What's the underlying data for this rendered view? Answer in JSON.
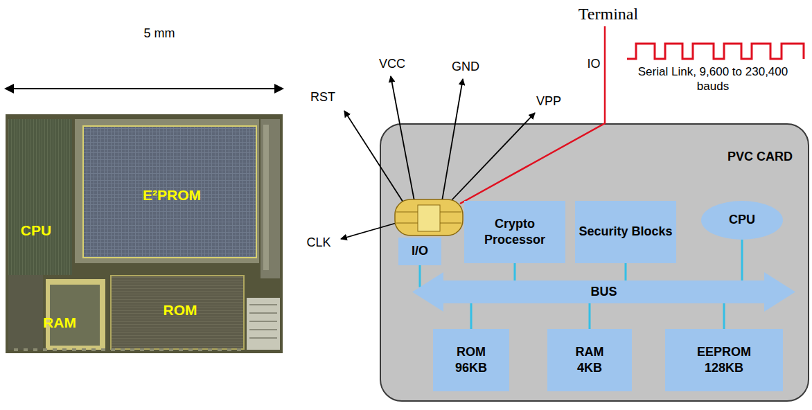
{
  "diagram": {
    "nodes": [
      {
        "text": [
          "PVC CARD"
        ]
      },
      {
        "text": [
          "I/O"
        ],
        "in": 0
      },
      {
        "text": [
          "Crypto Processor"
        ],
        "in": 0
      },
      {
        "text": [
          "Security Blocks"
        ],
        "in": 0
      },
      {
        "text": [
          "CPU"
        ],
        "in": 0
      },
      {
        "text": [
          "BUS"
        ],
        "in": 0
      },
      {
        "text": [
          "ROM 96KB"
        ],
        "in": 0
      },
      {
        "text": [
          "RAM 4KB"
        ],
        "in": 0
      },
      {
        "text": [
          "EEPROM 128KB"
        ],
        "in": 0
      }
    ],
    "edges": [
      {
        "from": 1,
        "to": 5,
        "arrow": "none"
      },
      {
        "from": 2,
        "to": 5,
        "arrow": "none"
      },
      {
        "from": 3,
        "to": 5,
        "arrow": "none"
      },
      {
        "from": 4,
        "to": 5,
        "arrow": "none"
      },
      {
        "from": 6,
        "to": 5,
        "arrow": "none"
      },
      {
        "from": 7,
        "to": 5,
        "arrow": "none"
      },
      {
        "from": 8,
        "to": 5,
        "arrow": "none"
      }
    ],
    "labels": [
      "5 mm",
      "E²PROM",
      "CPU",
      "RAM",
      "ROM",
      "RST",
      "VCC",
      "GND",
      "VPP",
      "IO",
      "Terminal",
      "Serial Link, 9,600 to 230,400 bauds",
      "CLK"
    ]
  }
}
